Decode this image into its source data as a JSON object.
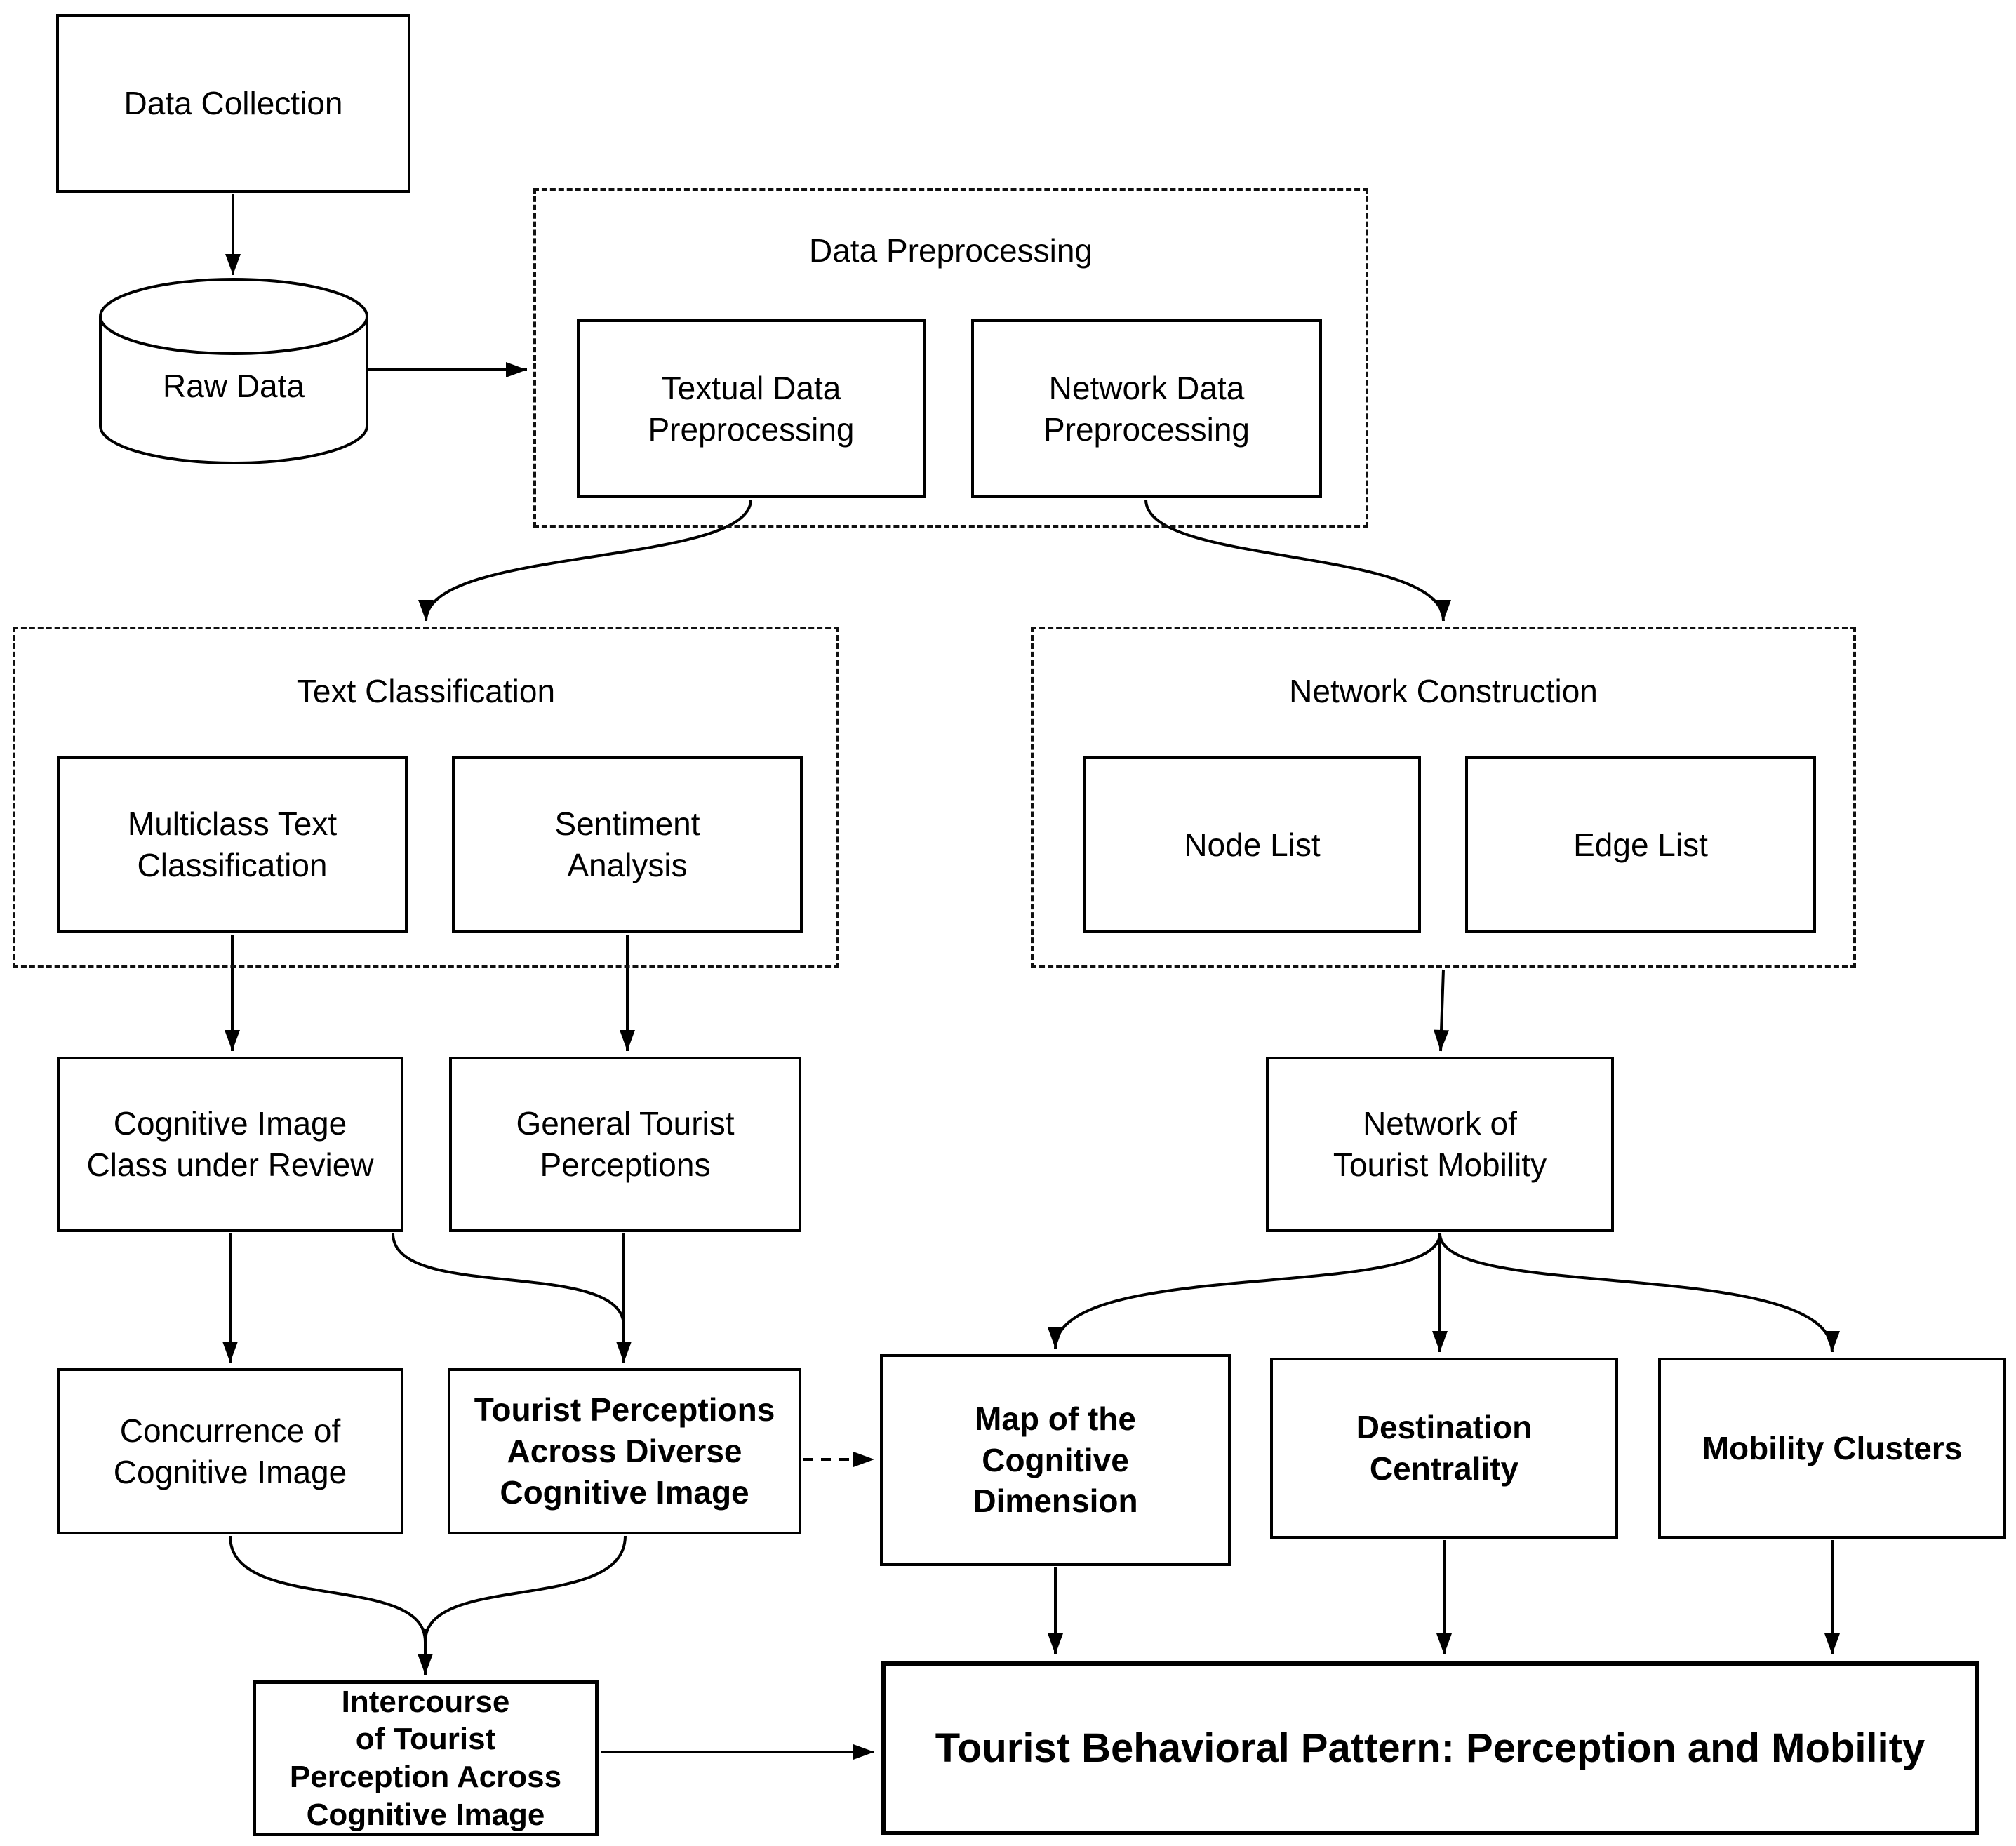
{
  "diagram": {
    "colors": {
      "background": "#ffffff",
      "line": "#000000",
      "box_fill": "#ffffff",
      "text": "#000000"
    },
    "containers": {
      "data_preprocessing": {
        "title": "Data Preprocessing"
      },
      "text_classification": {
        "title": "Text Classification"
      },
      "network_construction": {
        "title": "Network Construction"
      }
    },
    "nodes": {
      "data_collection": {
        "label": "Data Collection"
      },
      "raw_data": {
        "label": "Raw Data",
        "shape": "cylinder"
      },
      "textual_preprocessing": {
        "label": "Textual Data\nPreprocessing"
      },
      "network_preprocessing": {
        "label": "Network Data\nPreprocessing"
      },
      "multiclass_text_classification": {
        "label": "Multiclass Text\nClassification"
      },
      "sentiment_analysis": {
        "label": "Sentiment\nAnalysis"
      },
      "node_list": {
        "label": "Node List"
      },
      "edge_list": {
        "label": "Edge List"
      },
      "cognitive_image_class": {
        "label": "Cognitive Image\nClass under Review"
      },
      "general_tourist_perceptions": {
        "label": "General Tourist\nPerceptions"
      },
      "network_tourist_mobility": {
        "label": "Network of\nTourist Mobility"
      },
      "concurrence_cognitive_image": {
        "label": "Concurrence of\nCognitive Image"
      },
      "tourist_perceptions_diverse": {
        "label": "Tourist Perceptions\nAcross Diverse\nCognitive Image"
      },
      "map_cognitive_dimension": {
        "label": "Map of the\nCognitive\nDimension"
      },
      "destination_centrality": {
        "label": "Destination\nCentrality"
      },
      "mobility_clusters": {
        "label": "Mobility Clusters"
      },
      "intercourse_tourist_perception": {
        "label": "Intercourse\nof Tourist\nPerception Across\nCognitive Image"
      },
      "tourist_behavioral_pattern": {
        "label": "Tourist Behavioral Pattern: Perception and Mobility"
      }
    }
  }
}
